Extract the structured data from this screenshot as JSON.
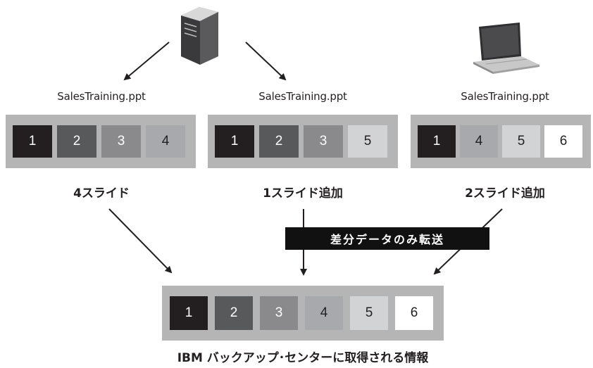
{
  "sources": [
    {
      "file_name": "SalesTraining.ppt",
      "caption": "4スライド",
      "slides": [
        {
          "label": "1",
          "color": "#231f20",
          "text": "#ffffff"
        },
        {
          "label": "2",
          "color": "#58595b",
          "text": "#ffffff"
        },
        {
          "label": "3",
          "color": "#8a8a8c",
          "text": "#ffffff"
        },
        {
          "label": "4",
          "color": "#a7a9ac",
          "text": "#231f20"
        }
      ]
    },
    {
      "file_name": "SalesTraining.ppt",
      "caption": "1スライド追加",
      "slides": [
        {
          "label": "1",
          "color": "#231f20",
          "text": "#ffffff"
        },
        {
          "label": "2",
          "color": "#58595b",
          "text": "#ffffff"
        },
        {
          "label": "3",
          "color": "#8a8a8c",
          "text": "#ffffff"
        },
        {
          "label": "5",
          "color": "#d1d3d4",
          "text": "#231f20"
        }
      ]
    },
    {
      "file_name": "SalesTraining.ppt",
      "caption": "2スライド追加",
      "slides": [
        {
          "label": "1",
          "color": "#231f20",
          "text": "#ffffff"
        },
        {
          "label": "4",
          "color": "#a7a9ac",
          "text": "#231f20"
        },
        {
          "label": "5",
          "color": "#d1d3d4",
          "text": "#231f20"
        },
        {
          "label": "6",
          "color": "#ffffff",
          "text": "#231f20"
        }
      ]
    }
  ],
  "callout": "差分データのみ転送",
  "result": {
    "caption": "IBM バックアップ･センターに取得される情報",
    "slides": [
      {
        "label": "1",
        "color": "#231f20",
        "text": "#ffffff"
      },
      {
        "label": "2",
        "color": "#58595b",
        "text": "#ffffff"
      },
      {
        "label": "3",
        "color": "#8a8a8c",
        "text": "#ffffff"
      },
      {
        "label": "4",
        "color": "#a7a9ac",
        "text": "#231f20"
      },
      {
        "label": "5",
        "color": "#d1d3d4",
        "text": "#231f20"
      },
      {
        "label": "6",
        "color": "#ffffff",
        "text": "#231f20"
      }
    ]
  },
  "colors": {
    "panel": "#b5b5b5",
    "arrow": "#231f20",
    "callout_bg": "#111111"
  },
  "icons": [
    "server-tower-icon",
    "laptop-icon"
  ]
}
